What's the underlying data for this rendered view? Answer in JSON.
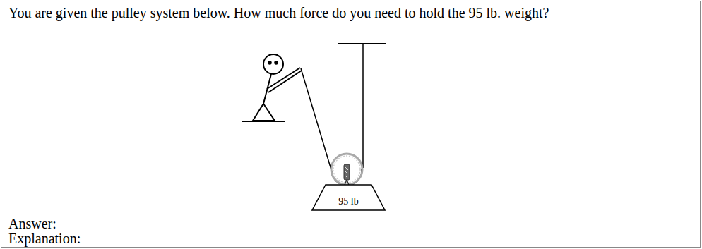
{
  "diagram": {
    "nodes": [
      {
        "text": [
          "95 lb"
        ]
      }
    ],
    "edges": [],
    "labels": [
      "You are given the pulley system below. How much force do you need to hold the 95 lb. weight?",
      "Answer:",
      "Explanation:"
    ]
  }
}
